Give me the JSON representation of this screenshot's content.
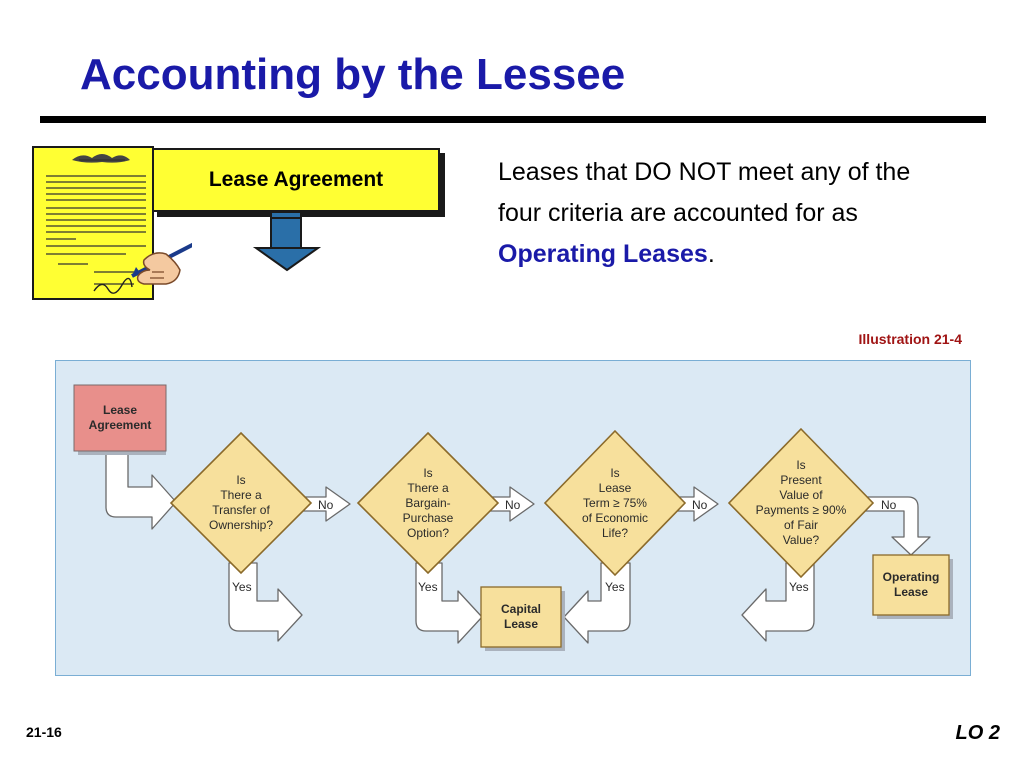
{
  "slide": {
    "title": "Accounting by the Lessee",
    "lease_box_label": "Lease Agreement",
    "intro_text": "Leases that DO NOT meet any of the four criteria are accounted for as ",
    "intro_highlight": "Operating Leases",
    "intro_end": ".",
    "illustration_label": "Illustration 21-4",
    "slide_number": "21-16",
    "lo_label": "LO 2"
  },
  "flowchart": {
    "start": [
      "Lease",
      "Agreement"
    ],
    "decisions": [
      [
        "Is",
        "There a",
        "Transfer of",
        "Ownership?"
      ],
      [
        "Is",
        "There a",
        "Bargain-",
        "Purchase",
        "Option?"
      ],
      [
        "Is",
        "Lease",
        "Term ≥ 75%",
        "of Economic",
        "Life?"
      ],
      [
        "Is",
        "Present",
        "Value of",
        "Payments ≥ 90%",
        "of Fair",
        "Value?"
      ]
    ],
    "no_label": "No",
    "yes_label": "Yes",
    "capital": [
      "Capital",
      "Lease"
    ],
    "operating": [
      "Operating",
      "Lease"
    ]
  },
  "colors": {
    "title": "#1a1aa8",
    "highlight": "#1a1aa8",
    "illustration_label": "#a01414",
    "lease_box": "#ffff33",
    "panel_bg": "#dbe9f4",
    "start_node": "#e88f8b",
    "diamond": "#f7e09c",
    "result_box": "#f7e09c"
  }
}
